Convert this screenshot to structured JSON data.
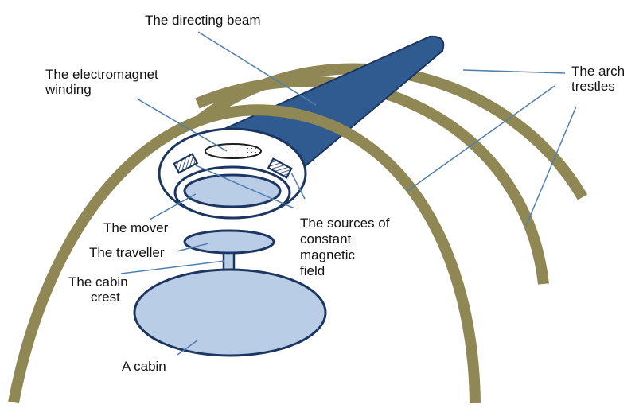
{
  "colors": {
    "arch": "#8f8754",
    "beam": "#2f5b91",
    "beam_edge": "#1a3560",
    "outline": "#1c3661",
    "fill_light": "#b9cde6",
    "leader": "#4f7fae",
    "background": "#ffffff"
  },
  "labels": {
    "directing_beam": "The directing beam",
    "electromagnet_winding_l1": "The electromagnet",
    "electromagnet_winding_l2": "winding",
    "arch_trestles_l1": "The arch",
    "arch_trestles_l2": "trestles",
    "sources_l1": "The sources of",
    "sources_l2": "constant",
    "sources_l3": "magnetic",
    "sources_l4": "field",
    "mover": "The mover",
    "traveller": "The traveller",
    "cabin_crest_l1": "The cabin",
    "cabin_crest_l2": "crest",
    "cabin": "A cabin"
  }
}
